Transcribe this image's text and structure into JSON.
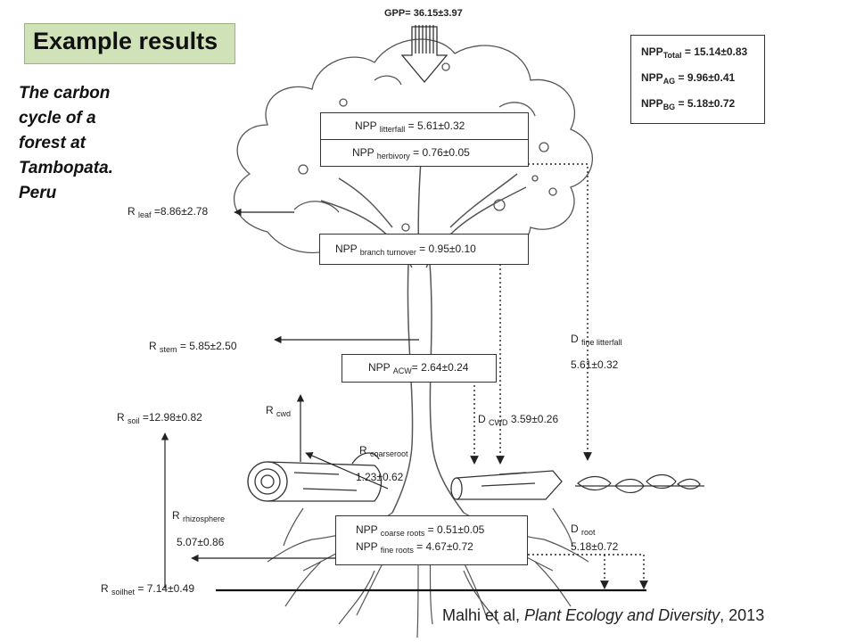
{
  "title": "Example results",
  "caption": [
    "The carbon",
    "cycle of a",
    "forest at",
    "Tambopata.",
    "Peru"
  ],
  "gpp": "GPP= 36.15±3.97",
  "totals": {
    "total": {
      "pre": "NPP",
      "sub": "Total",
      "post": " = 15.14±0.83"
    },
    "ag": {
      "pre": "NPP",
      "sub": "AG",
      "post": " = 9.96±0.41"
    },
    "bg": {
      "pre": "NPP",
      "sub": "BG",
      "post": " = 5.18±0.72"
    }
  },
  "boxes": {
    "litterfall": {
      "pre": "NPP ",
      "sub": "litterfall",
      "post": " = 5.61±0.32"
    },
    "herbivory": {
      "pre": "NPP ",
      "sub": "herbivory",
      "post": " = 0.76±0.05"
    },
    "branch": {
      "pre": "NPP ",
      "sub": "branch turnover",
      "post": " = 0.95±0.10"
    },
    "acw": {
      "pre": "NPP ",
      "sub": "ACW",
      "post": "= 2.64±0.24"
    },
    "coarse_roots": {
      "pre": "NPP ",
      "sub": "coarse roots",
      "post": " = 0.51±0.05"
    },
    "fine_roots": {
      "pre": "NPP ",
      "sub": "fine roots",
      "post": " = 4.67±0.72"
    }
  },
  "fluxes": {
    "r_leaf": {
      "pre": "R ",
      "sub": "leaf",
      "post": " =8.86±2.78"
    },
    "r_stem": {
      "pre": "R ",
      "sub": "stem",
      "post": " =  5.85±2.50"
    },
    "r_soil": {
      "pre": "R ",
      "sub": "soil",
      "post": " =12.98±0.82"
    },
    "r_cwd": {
      "pre": "R ",
      "sub": "cwd",
      "post": ""
    },
    "r_coarseroot": {
      "pre": "R ",
      "sub": "coarseroot",
      "post": ""
    },
    "r_coarseroot_val": "1.23±0.62",
    "r_rhizosphere": {
      "pre": "R ",
      "sub": "rhizosphere",
      "post": ""
    },
    "r_rhizosphere_val": "5.07±0.86",
    "r_soilhet": {
      "pre": "R ",
      "sub": "soilhet",
      "post": " = 7.14±0.49"
    },
    "d_fine_litterfall": {
      "pre": "D ",
      "sub": "fine litterfall",
      "post": ""
    },
    "d_fine_litterfall_val": "5.61±0.32",
    "d_cwd": {
      "pre": "D ",
      "sub": "CWD",
      "post": " 3.59±0.26"
    },
    "d_root": {
      "pre": "D ",
      "sub": "root",
      "post": ""
    },
    "d_root_val": "5.18±0.72"
  },
  "citation": {
    "authors": "Malhi et al, ",
    "journal": "Plant Ecology and Diversity",
    "year": ", 2013"
  },
  "colors": {
    "title_bg": "#cfe2b8",
    "line": "#222222"
  }
}
